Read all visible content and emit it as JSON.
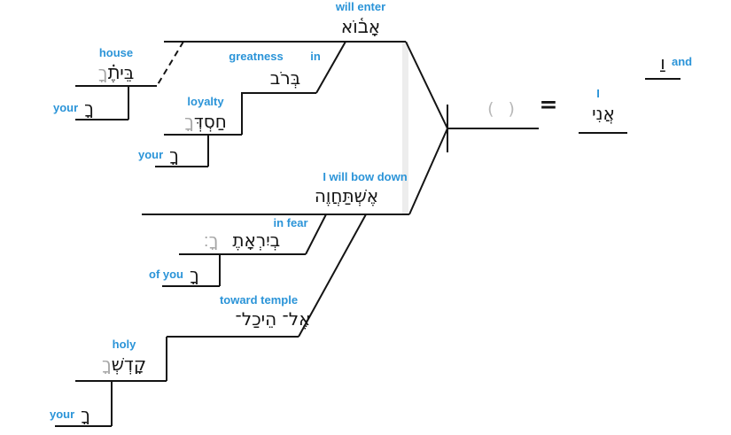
{
  "clause1": {
    "verb": {
      "gloss": "will enter",
      "hebrew": "אָב֫וֹא"
    },
    "house": {
      "gloss": "house",
      "hebrew": "בֵּיתֶ֗",
      "suffix": "ךָ"
    },
    "house_your": {
      "gloss": "your",
      "hebrew": "ךָ"
    },
    "greatness": {
      "gloss": "greatness",
      "hebrew": "רֹב"
    },
    "in": {
      "gloss": "in",
      "hebrew": "בְּ"
    },
    "loyalty": {
      "gloss": "loyalty",
      "hebrew": "חַסְדְּ",
      "suffix": "ךָ"
    },
    "loyalty_your": {
      "gloss": "your",
      "hebrew": "ךָ"
    }
  },
  "clause2": {
    "verb": {
      "gloss": "I will bow down",
      "hebrew": "אֶשְׁתַּחֲוֶה"
    },
    "in_fear": {
      "gloss": "in fear",
      "prep": "בְ",
      "hebrew": "יִרְאָתֶ",
      "suffix": "ךָ׃"
    },
    "of_you": {
      "gloss": "of you",
      "hebrew": "ךָ"
    },
    "toward_temple": {
      "gloss": "toward temple",
      "hebrew": "אֶל־ הֵיכַל־"
    },
    "holy": {
      "gloss": "holy",
      "hebrew": "קָדְשְׁ",
      "suffix": "ךָ"
    },
    "holy_your": {
      "gloss": "your",
      "hebrew": "ךָ"
    }
  },
  "subject": {
    "placeholder": "( )",
    "equals": "=",
    "pronoun": {
      "gloss": "I",
      "hebrew": "אֲנִי"
    },
    "conjunction": {
      "gloss": "and",
      "hebrew": "וַ"
    }
  },
  "colors": {
    "accent_blue": "#2b94d8",
    "suffix_gray": "#a6a6a6",
    "placeholder_gray": "#b8b8b8",
    "line_black": "#141414",
    "highlight_bar": "#ededed"
  }
}
